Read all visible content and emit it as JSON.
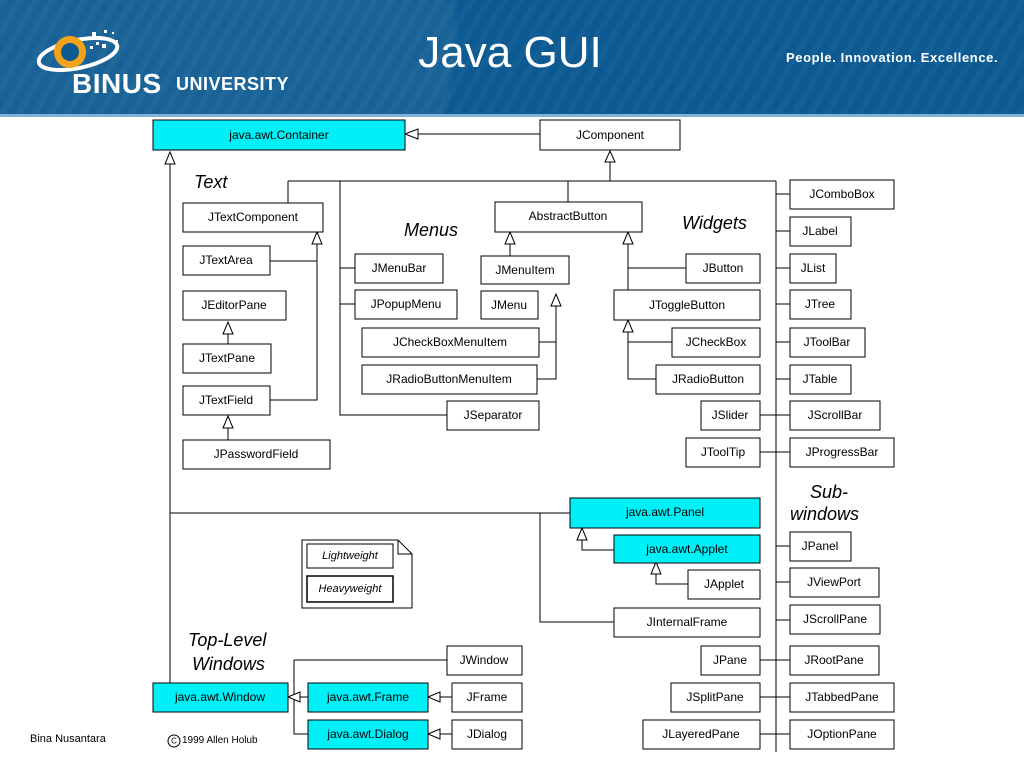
{
  "header": {
    "logo_mark": "BINUS",
    "logo_word": "UNIVERSITY",
    "title": "Java GUI",
    "tagline": "People. Innovation. Excellence."
  },
  "diagram": {
    "sections": {
      "text": "Text",
      "menus": "Menus",
      "widgets": "Widgets",
      "sub_windows_1": "Sub-",
      "sub_windows_2": "windows",
      "top_level_1": "Top-Level",
      "top_level_2": "Windows"
    },
    "legend": {
      "lightweight": "Lightweight",
      "heavyweight": "Heavyweight"
    },
    "classes": {
      "awt_container": "java.awt.Container",
      "jcomponent": "JComponent",
      "jtextcomponent": "JTextComponent",
      "jtextarea": "JTextArea",
      "jeditorpane": "JEditorPane",
      "jtextpane": "JTextPane",
      "jtextfield": "JTextField",
      "jpasswordfield": "JPasswordField",
      "abstractbutton": "AbstractButton",
      "jmenubar": "JMenuBar",
      "jpopupmenu": "JPopupMenu",
      "jmenuitem": "JMenuItem",
      "jmenu": "JMenu",
      "jcheckboxmenuitem": "JCheckBoxMenuItem",
      "jradiobuttonmenuitem": "JRadioButtonMenuItem",
      "jseparator": "JSeparator",
      "jbutton": "JButton",
      "jtogglebutton": "JToggleButton",
      "jcheckbox": "JCheckBox",
      "jradiobutton": "JRadioButton",
      "jslider": "JSlider",
      "jtooltip": "JToolTip",
      "jcombobox": "JComboBox",
      "jlabel": "JLabel",
      "jlist": "JList",
      "jtree": "JTree",
      "jtoolbar": "JToolBar",
      "jtable": "JTable",
      "jscrollbar": "JScrollBar",
      "jprogressbar": "JProgressBar",
      "awt_panel": "java.awt.Panel",
      "awt_applet": "java.awt.Applet",
      "japplet": "JApplet",
      "jinternalframe": "JInternalFrame",
      "jpanel": "JPanel",
      "jviewport": "JViewPort",
      "jscrollpane": "JScrollPane",
      "jrootpane": "JRootPane",
      "jpane": "JPane",
      "jtabbedpane": "JTabbedPane",
      "jsplitpane": "JSplitPane",
      "joptionpane": "JOptionPane",
      "jlayeredpane": "JLayeredPane",
      "jwindow": "JWindow",
      "jframe": "JFrame",
      "jdialog": "JDialog",
      "awt_window": "java.awt.Window",
      "awt_frame": "java.awt.Frame",
      "awt_dialog": "java.awt.Dialog"
    }
  },
  "footer": {
    "author": "Bina Nusantara",
    "copyright": "1999 Allen Holub"
  },
  "colors": {
    "header_bg": "#0d5a92",
    "awt_class_fill": "#00f0f8",
    "swing_class_fill": "#ffffff"
  }
}
